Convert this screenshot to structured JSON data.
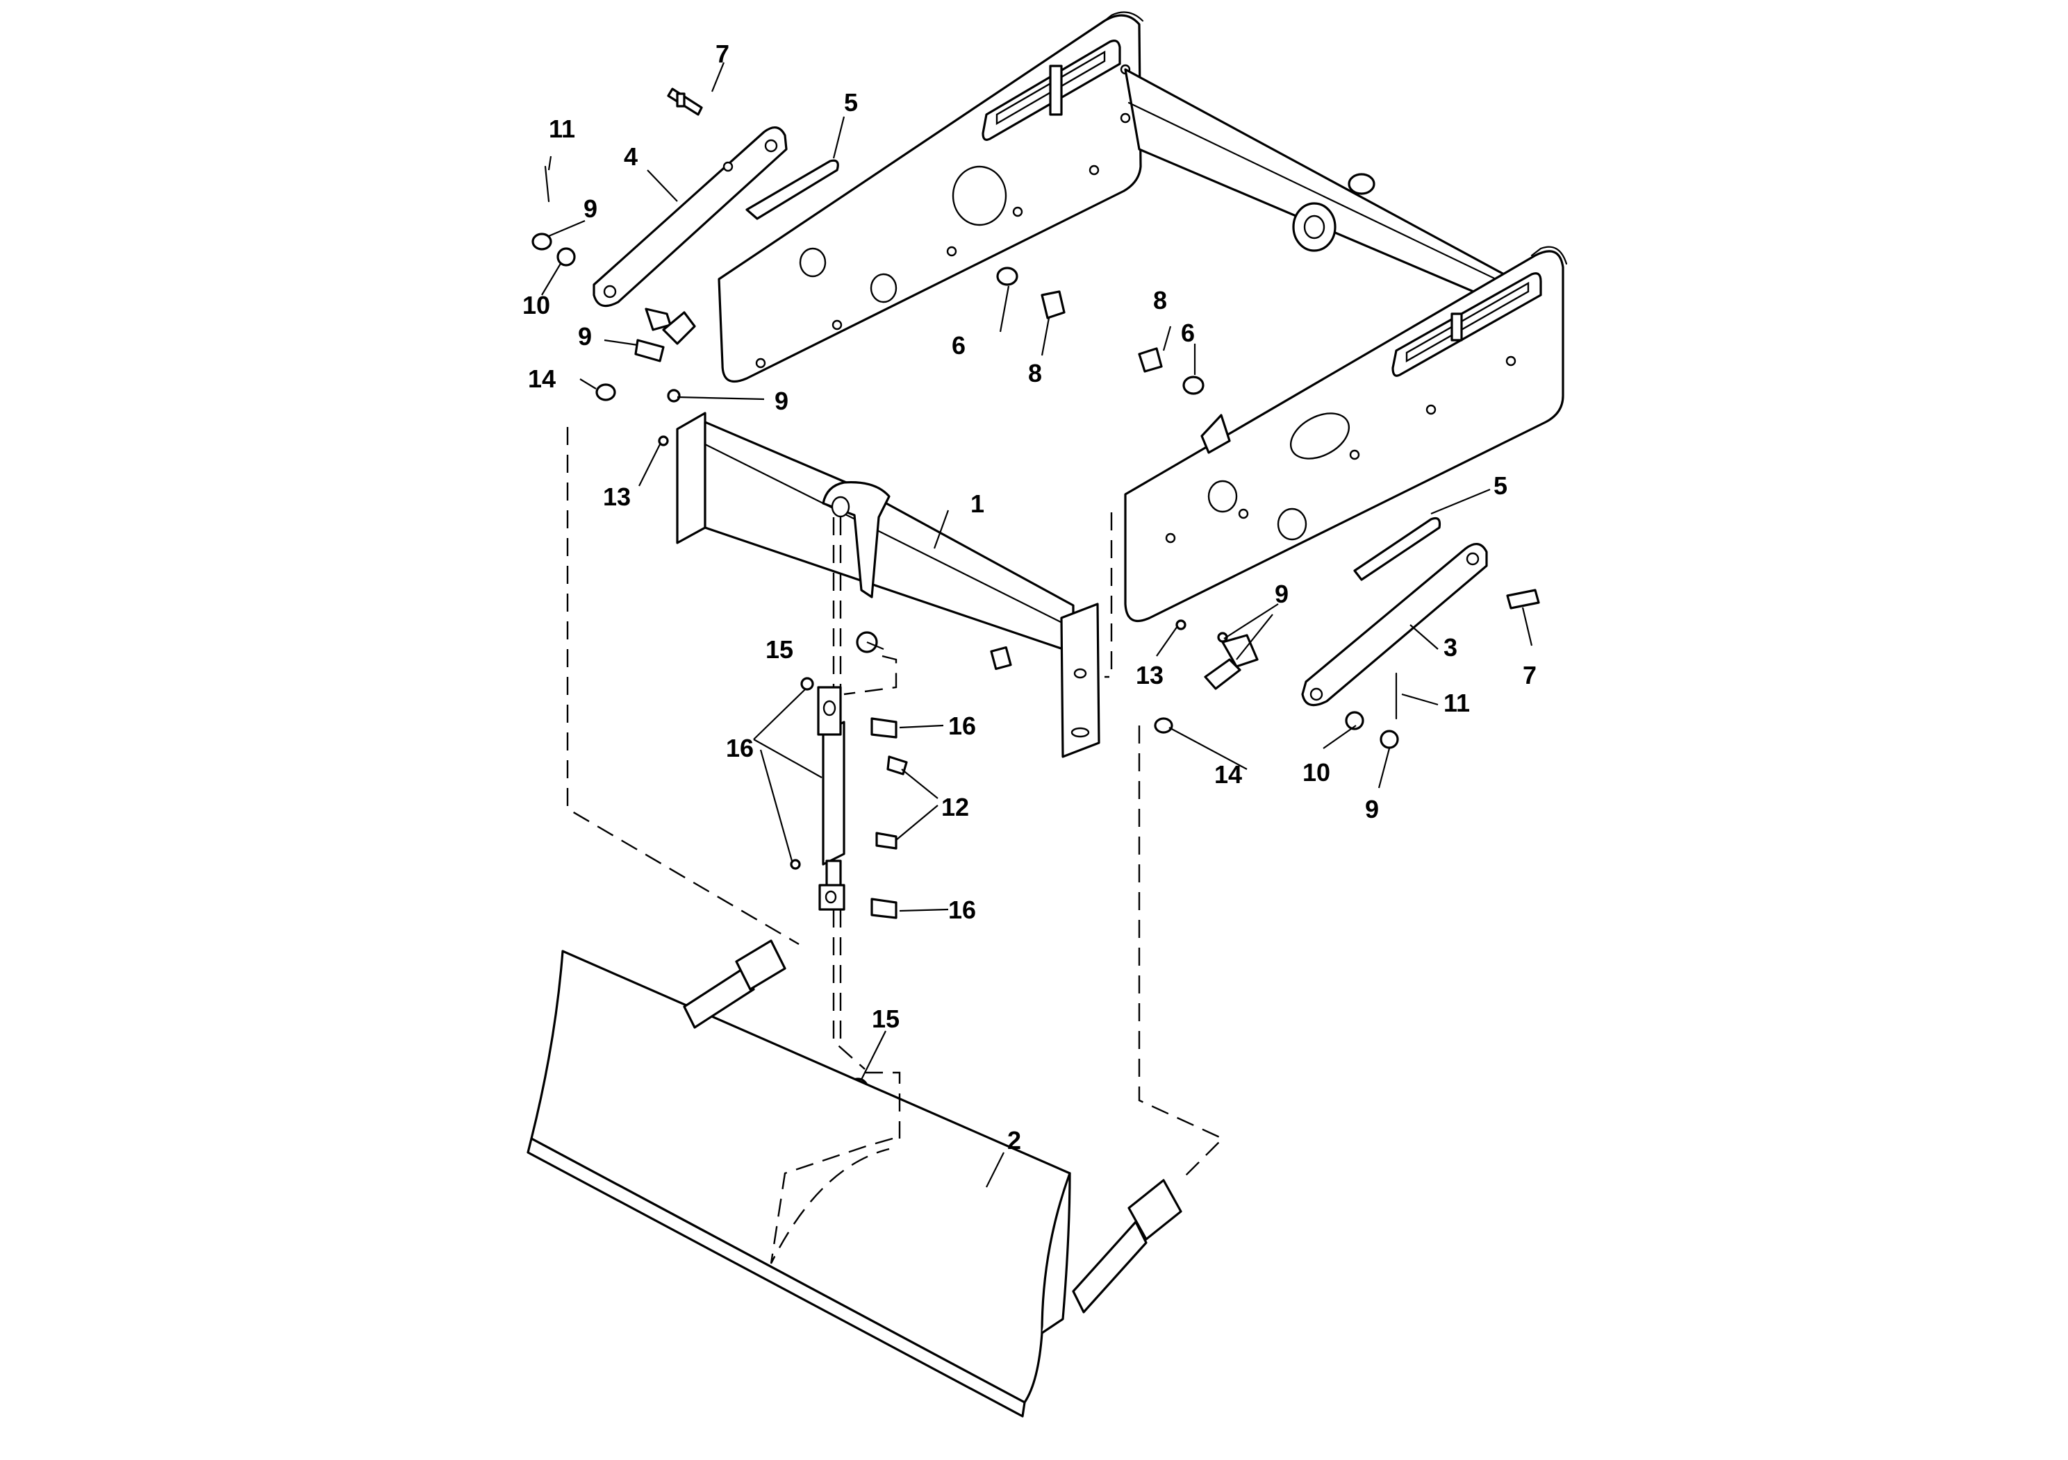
{
  "callouts": [
    {
      "id": "c1",
      "text": "1"
    },
    {
      "id": "c2",
      "text": "2"
    },
    {
      "id": "c3",
      "text": "3"
    },
    {
      "id": "c4",
      "text": "4"
    },
    {
      "id": "c5a",
      "text": "5"
    },
    {
      "id": "c5b",
      "text": "5"
    },
    {
      "id": "c6a",
      "text": "6"
    },
    {
      "id": "c6b",
      "text": "6"
    },
    {
      "id": "c7a",
      "text": "7"
    },
    {
      "id": "c7b",
      "text": "7"
    },
    {
      "id": "c8a",
      "text": "8"
    },
    {
      "id": "c8b",
      "text": "8"
    },
    {
      "id": "c9a",
      "text": "9"
    },
    {
      "id": "c9b",
      "text": "9"
    },
    {
      "id": "c9c",
      "text": "9"
    },
    {
      "id": "c9d",
      "text": "9"
    },
    {
      "id": "c9e",
      "text": "9"
    },
    {
      "id": "c10a",
      "text": "10"
    },
    {
      "id": "c10b",
      "text": "10"
    },
    {
      "id": "c11a",
      "text": "11"
    },
    {
      "id": "c11b",
      "text": "11"
    },
    {
      "id": "c12",
      "text": "12"
    },
    {
      "id": "c13a",
      "text": "13"
    },
    {
      "id": "c13b",
      "text": "13"
    },
    {
      "id": "c14a",
      "text": "14"
    },
    {
      "id": "c14b",
      "text": "14"
    },
    {
      "id": "c15a",
      "text": "15"
    },
    {
      "id": "c15b",
      "text": "15"
    },
    {
      "id": "c16a",
      "text": "16"
    },
    {
      "id": "c16b",
      "text": "16"
    },
    {
      "id": "c16c",
      "text": "16"
    }
  ]
}
